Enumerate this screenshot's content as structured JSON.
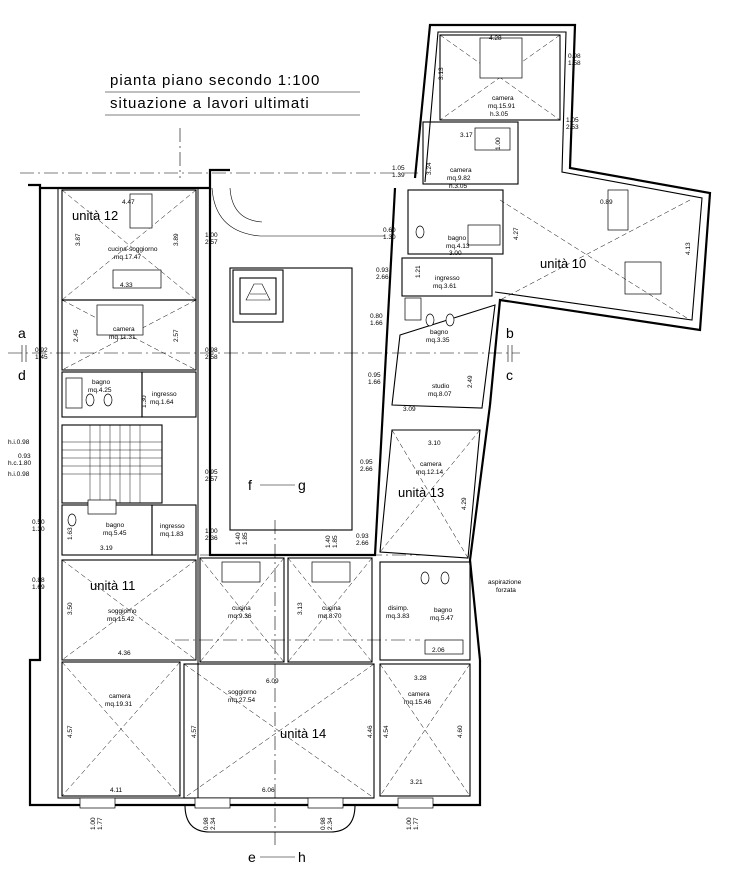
{
  "title": {
    "line1": "pianta piano secondo 1:100",
    "line2": "situazione a lavori ultimati"
  },
  "units": {
    "u10": "unità 10",
    "u11": "unità 11",
    "u12": "unità 12",
    "u13": "unità 13",
    "u14": "unità 14"
  },
  "rooms": {
    "camera_1591": {
      "name": "camera",
      "area": "mq.15.91",
      "h": "h.3.05"
    },
    "camera_982": {
      "name": "camera",
      "area": "mq.9.82",
      "h": "h.3.05"
    },
    "bagno_413": {
      "name": "bagno",
      "area": "mq.4.13",
      "h": "3.00"
    },
    "ingresso_361": {
      "name": "ingresso",
      "area": "mq.3.61"
    },
    "bagno_335": {
      "name": "bagno",
      "area": "mq.3.35"
    },
    "studio_807": {
      "name": "studio",
      "area": "mq.8.07"
    },
    "camera_1214": {
      "name": "camera",
      "area": "mq.12.14"
    },
    "cucina_soggiorno_1747": {
      "name": "cucina-soggiorno",
      "area": "mq.17.47"
    },
    "camera_1131": {
      "name": "camera",
      "area": "mq.11.31"
    },
    "bagno_425": {
      "name": "bagno",
      "area": "mq.4.25"
    },
    "ingresso_164": {
      "name": "ingresso",
      "area": "mq.1.64"
    },
    "bagno_545": {
      "name": "bagno",
      "area": "mq.5.45"
    },
    "ingresso_183": {
      "name": "ingresso",
      "area": "mq.1.83"
    },
    "soggiorno_1542": {
      "name": "soggiorno",
      "area": "mq.15.42"
    },
    "cucina_936": {
      "name": "cucina",
      "area": "mq.9.36"
    },
    "cucina_870": {
      "name": "cucina",
      "area": "mq.8.70"
    },
    "disimp_383": {
      "name": "disimp.",
      "area": "mq.3.83"
    },
    "bagno_547": {
      "name": "bagno",
      "area": "mq.5.47"
    },
    "camera_1931": {
      "name": "camera",
      "area": "mq.19.31"
    },
    "soggiorno_2754": {
      "name": "soggiorno",
      "area": "mq.27.54"
    },
    "camera_1546": {
      "name": "camera",
      "area": "mq.15.46"
    }
  },
  "notes": {
    "aspirazione1": "aspirazione",
    "aspirazione2": "forzata"
  },
  "sections": {
    "a": "a",
    "b": "b",
    "c": "c",
    "d": "d",
    "e": "e",
    "f": "f",
    "g": "g",
    "h": "h"
  },
  "dims": {
    "d428": "4.28",
    "d313": "3.13",
    "d098_158_a": "0.98",
    "d098_158_b": "1.58",
    "d105_253_a": "1.05",
    "d105_253_b": "2.53",
    "d317": "3.17",
    "d100_top": "1.00",
    "d324": "3.24",
    "d105_139_a": "1.05",
    "d105_139_b": "1.39",
    "d089": "0.89",
    "d060_130_a": "0.60",
    "d060_130_b": "1.30",
    "d427": "4.27",
    "d413": "4.13",
    "d121": "1.21",
    "d093_266_a": "0.93",
    "d093_266_b": "2.66",
    "d080_166_a": "0.80",
    "d080_166_b": "1.66",
    "d095_166_a": "0.95",
    "d095_166_b": "1.66",
    "d249": "2.49",
    "d309": "3.09",
    "d310": "3.10",
    "d095_266_a": "0.95",
    "d095_266_b": "2.66",
    "d429": "4.29",
    "d093_266b_a": "0.93",
    "d093_266b_b": "2.66",
    "d447": "4.47",
    "d387": "3.87",
    "d389": "3.89",
    "d100_257_a": "1.00",
    "d100_257_b": "2.57",
    "d433": "4.33",
    "d245": "2.45",
    "d257": "2.57",
    "d092_145_a": "0.92",
    "d092_145_b": "1.45",
    "d098_258_a": "0.98",
    "d098_258_b": "2.58",
    "d130": "1.30",
    "hi098": "h.i.0.98",
    "d093": "0.93",
    "hc180": "h.c.1.80",
    "hi098b": "h.i.0.98",
    "d095_257_a": "0.95",
    "d095_257_b": "2.57",
    "d050_130_a": "0.50",
    "d050_130_b": "1.30",
    "d163": "1.63",
    "d319": "3.19",
    "d100_236_a": "1.00",
    "d100_236_b": "2.36",
    "d140_185_a": "1.40",
    "d140_185_b": "1.85",
    "d140_185b_a": "1.40",
    "d140_185b_b": "1.85",
    "d088_169_a": "0.88",
    "d088_169_b": "1.69",
    "d350": "3.50",
    "d436": "4.36",
    "d313b": "3.13",
    "d206": "2.06",
    "d609": "6.09",
    "d328": "3.28",
    "d457": "4.57",
    "d457b": "4.57",
    "d446": "4.46",
    "d454": "4.54",
    "d460": "4.60",
    "d411": "4.11",
    "d606": "6.06",
    "d321": "3.21",
    "d100_177_a": "1.00",
    "d100_177_b": "1.77",
    "d098_234_a": "0.98",
    "d098_234_b": "2.34",
    "d098_234b_a": "0.98",
    "d098_234b_b": "2.34",
    "d100_177b_a": "1.00",
    "d100_177b_b": "1.77"
  }
}
